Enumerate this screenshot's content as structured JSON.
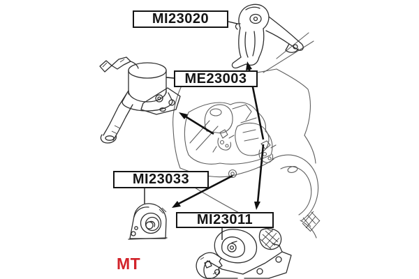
{
  "diagram": {
    "type": "engine-mount-parts-diagram",
    "callouts": [
      {
        "id": "mi23020",
        "label": "MI23020"
      },
      {
        "id": "me23003",
        "label": "ME23003"
      },
      {
        "id": "mi23033",
        "label": "MI23033"
      },
      {
        "id": "mi23011",
        "label": "MI23011"
      }
    ],
    "note": {
      "text": "MT"
    },
    "colors": {
      "background": "#ffffff",
      "callout_border": "#141414",
      "callout_text": "#141414",
      "note_red": "#d2232a",
      "car_line_art": "#5e5e5e",
      "part_line_art": "#2e2e2e",
      "arrow": "#101010"
    }
  }
}
